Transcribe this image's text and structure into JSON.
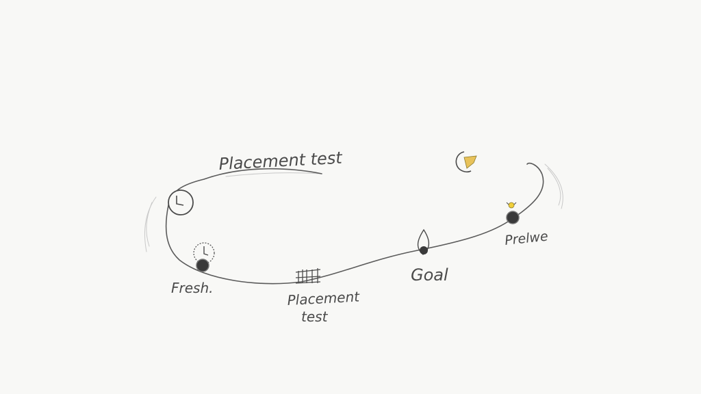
{
  "diagram": {
    "title_label": "Placement test",
    "nodes": [
      {
        "id": "start-clock",
        "label": ""
      },
      {
        "id": "fresh",
        "label": "Fresh."
      },
      {
        "id": "placement",
        "label_line1": "Placement",
        "label_line2": "test"
      },
      {
        "id": "goal",
        "label": "Goal"
      },
      {
        "id": "prelive",
        "label": "Prelwe"
      },
      {
        "id": "finish-flag",
        "label": ""
      }
    ],
    "colors": {
      "ink": "#4a4a4a",
      "ink_light": "#9a9a9a",
      "node_fill": "#3a3a3a",
      "flag": "#e8c25a",
      "bulb": "#f0cf3a",
      "background": "#f8f8f6"
    },
    "icons": [
      "clock-icon",
      "alarm-clock-icon",
      "fence-icon",
      "drop-pin-icon",
      "lightbulb-icon",
      "flag-icon"
    ]
  }
}
